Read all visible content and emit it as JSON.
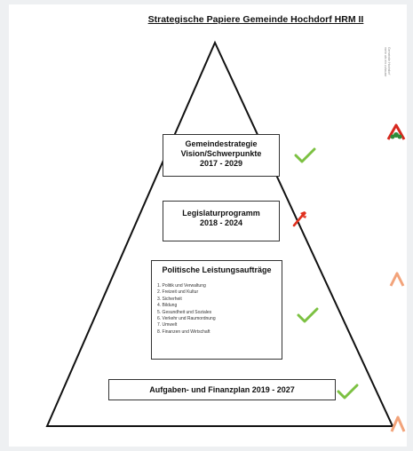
{
  "document": {
    "title": "Strategische Papiere Gemeinde Hochdorf HRM II"
  },
  "levels": [
    {
      "lines": [
        "Gemeindestrategie",
        "Vision/Schwerpunkte",
        "2017 - 2029"
      ],
      "status": "check-icon"
    },
    {
      "lines": [
        "Legislaturprogramm",
        "2018 - 2024"
      ],
      "status": "wrench-icon"
    },
    {
      "title": "Politische Leistungsaufträge",
      "items": [
        "1. Politik und Verwaltung",
        "2. Freizeit und Kultur",
        "3. Sicherheit",
        "4. Bildung",
        "5. Gesundheit und Soziales",
        "6. Verkehr und Raumordnung",
        "7. Umwelt",
        "8. Finanzen und Wirtschaft"
      ],
      "status": "check-icon"
    },
    {
      "lines": [
        "Aufgaben- und Finanzplan 2019 - 2027"
      ],
      "status": "check-icon"
    }
  ],
  "logo": {
    "text_lines": [
      "Gemeinde Hochdorf",
      "mehr als ein zuhause"
    ]
  },
  "colors": {
    "check": "#7cc142",
    "wrench": "#e0301e",
    "logo_orange": "#f2a37a",
    "logo_red": "#d7281e",
    "logo_green": "#2f8c3a"
  }
}
